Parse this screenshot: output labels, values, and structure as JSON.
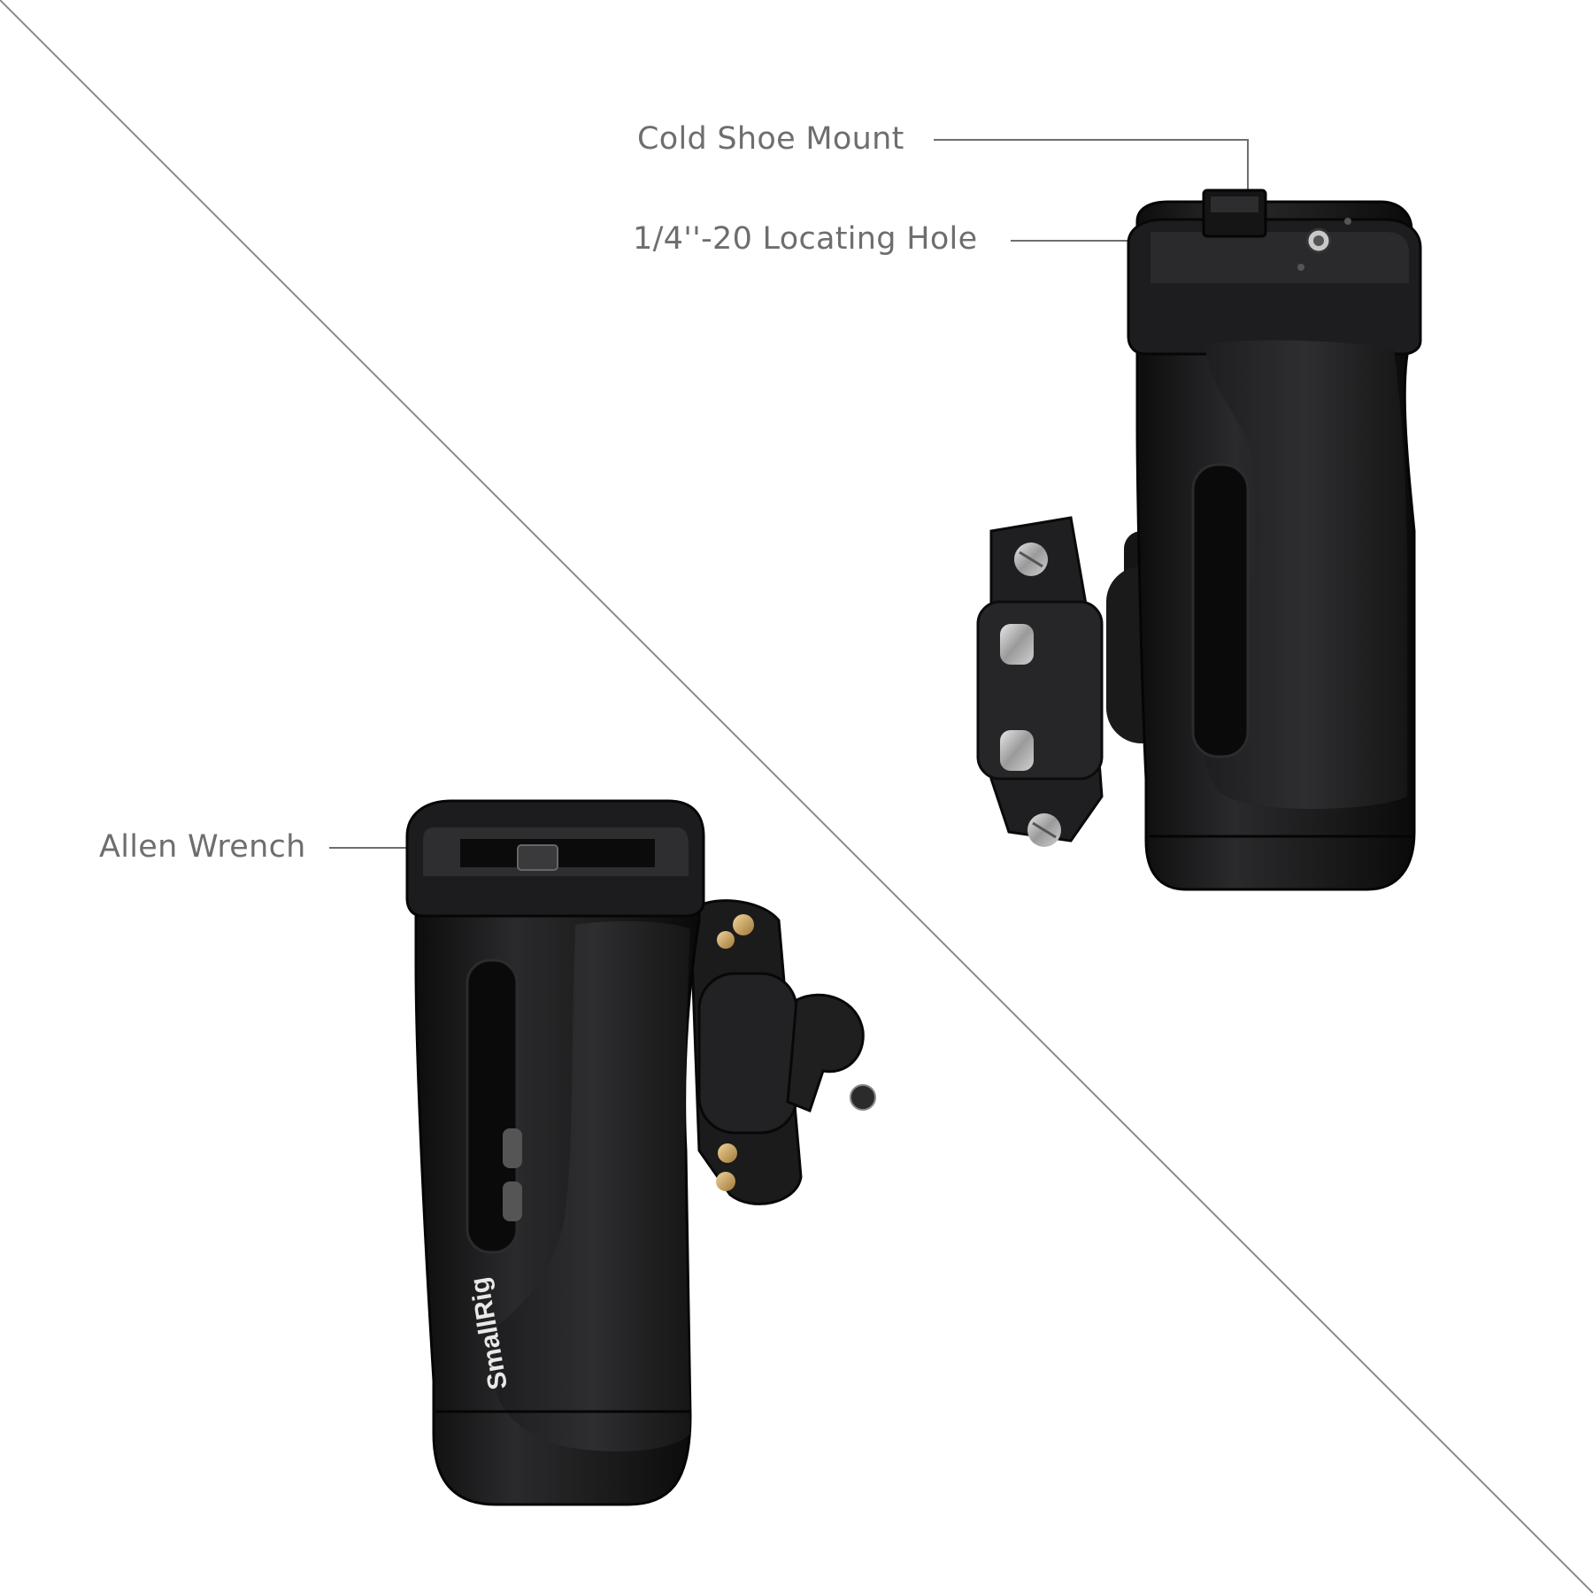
{
  "callouts": {
    "cold_shoe": "Cold Shoe Mount",
    "locating_hole": "1/4''-20 Locating Hole",
    "allen_wrench": "Allen Wrench"
  },
  "brand_mark": "SmallRig",
  "colors": {
    "background": "#ffffff",
    "divider": "#8a8a8a",
    "callout_text": "#6e6e6e",
    "handle_body": "#1c1c1e",
    "screw_metal": "#b8b8b8",
    "brass": "#c8a060"
  }
}
